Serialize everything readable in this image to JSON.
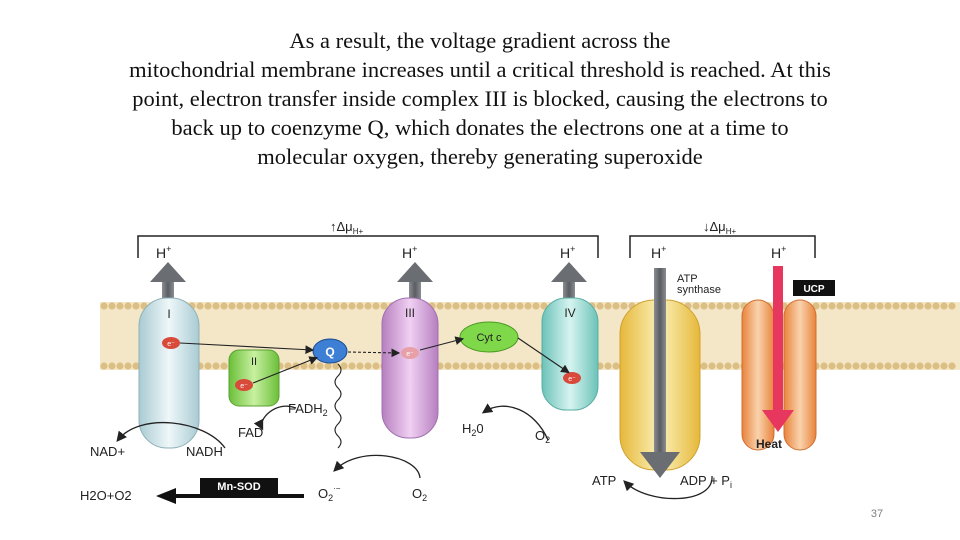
{
  "text_block": {
    "lines": [
      "As a result, the voltage gradient across the",
      "mitochondrial membrane increases until a critical threshold is reached. At this",
      "point, electron transfer inside complex III is blocked, causing the electrons to",
      "back up to coenzyme Q, which donates the electrons one at a time to",
      "molecular oxygen, thereby generating superoxide"
    ]
  },
  "diagram": {
    "delta_left": "↑Δμ",
    "delta_right": "↓Δμ",
    "delta_sub": "H+",
    "h_plus": "H",
    "h_plus_sup": "+",
    "complexes": {
      "c1": "I",
      "c2": "II",
      "c3": "III",
      "c4": "IV",
      "q": "Q",
      "cytc": "Cyt c",
      "atp_synthase_1": "ATP",
      "atp_synthase_2": "synthase",
      "ucp": "UCP"
    },
    "electron": "e⁻",
    "labels": {
      "fadh2": "FADH",
      "fadh2_sub": "2",
      "fad": "FAD",
      "nad_plus": "NAD+",
      "nadh": "NADH",
      "h2o_a": "H",
      "h2o_b": "2",
      "h2o_c": "0",
      "o2_right": "O",
      "o2_right_sub": "2",
      "heat": "Heat",
      "atp": "ATP",
      "adp_pi": "ADP + P",
      "adp_pi_sub": "i",
      "mn_sod": "Mn-SOD",
      "products": "H2O+O2",
      "superoxide": "O",
      "superoxide_sub": "2",
      "superoxide_sup": "·−",
      "o2_bottom": "O",
      "o2_bottom_sub": "2"
    }
  },
  "page_number": "37",
  "colors": {
    "complex_I": "#cfe4ea",
    "complex_II": "#9ddc6a",
    "complex_III": "#d9a8dc",
    "complex_IV": "#a8e0d8",
    "coenzyme_Q": "#3d7fd4",
    "cyt_c": "#7fd84a",
    "atp_synthase": "#f2d36a",
    "ucp": "#f0a060",
    "membrane": "#e0c48a",
    "electron": "#d84a3a",
    "heat_arrow": "#e8375e",
    "proton_arrow": "#6a6e72"
  }
}
